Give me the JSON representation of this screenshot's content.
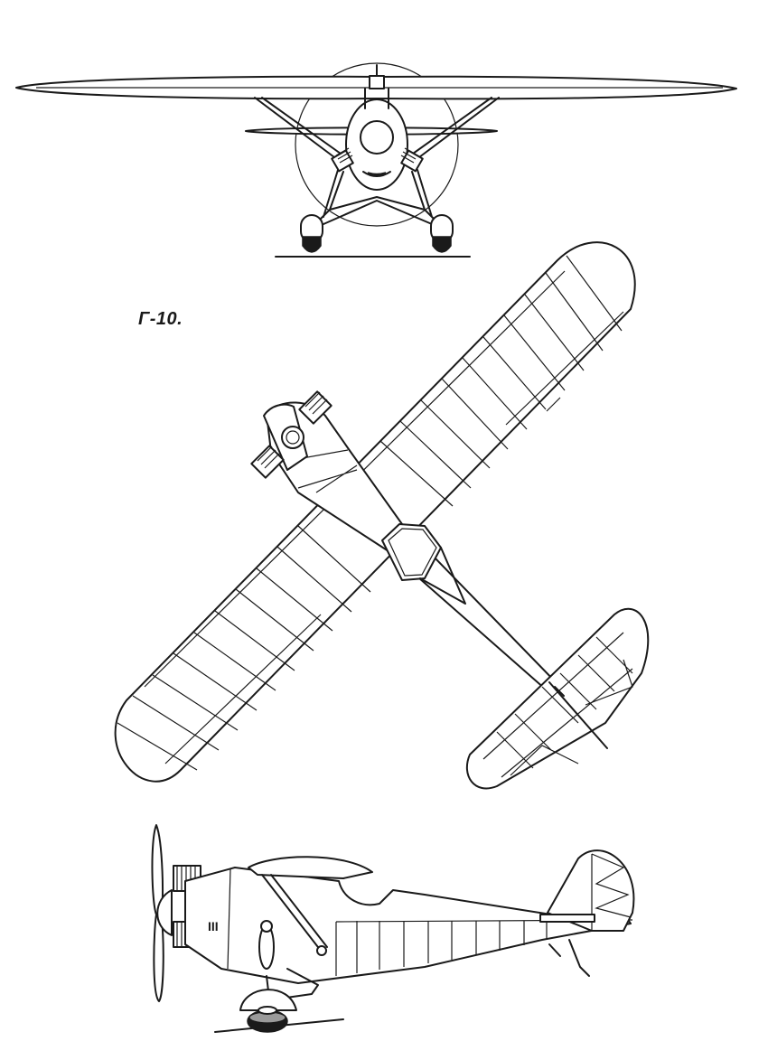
{
  "aircraft": {
    "designation": "Г-10.",
    "views": [
      "front-view",
      "top-view",
      "side-view"
    ]
  },
  "colors": {
    "line": "#1a1a1a",
    "background": "#ffffff"
  },
  "side_view": {
    "fuselage_marking": "III"
  }
}
